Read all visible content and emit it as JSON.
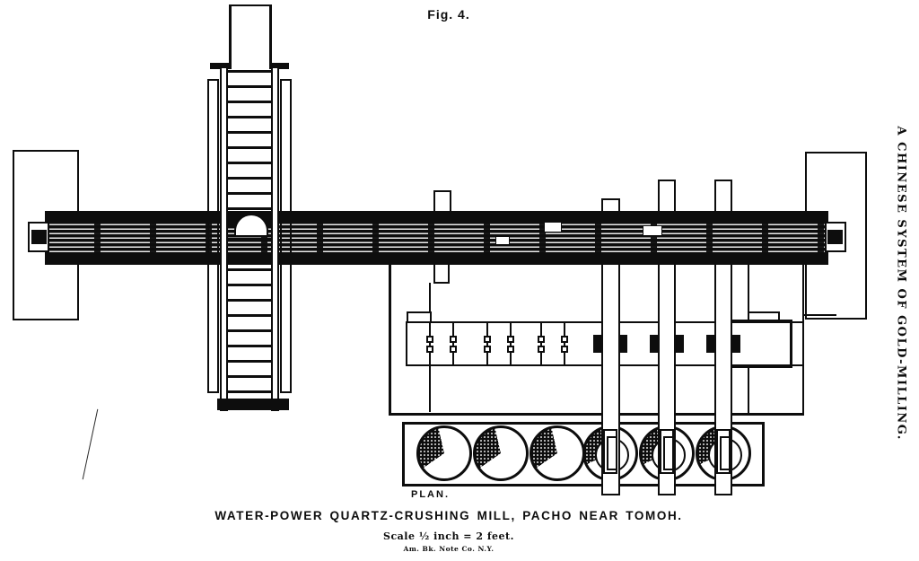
{
  "page": {
    "paper_color": "#ffffff",
    "ink_color": "#0d0d0d",
    "figure_label": "Fig. 4.",
    "running_head": "A CHINESE SYSTEM OF GOLD-MILLING.",
    "view_label": "PLAN.",
    "caption": "WATER-POWER QUARTZ-CRUSHING MILL, PACHO NEAR TOMOH.",
    "scale_note": "Scale ½ inch = 2 feet.",
    "printer_credit": "Am. Bk. Note Co. N.Y."
  },
  "drawing": {
    "subject": "Engraved plan view of a water-powered quartz-crushing stamp mill",
    "components": {
      "head_flume": "water flume feeding the wheel",
      "water_wheel": "paddle water wheel shown as ladder of floats",
      "cam_shaft": "long horizontal wooden cam shaft with grain hatching",
      "bearing_blocks": 2,
      "cam_posts": 4,
      "stamp_guide_positions": 6,
      "stamp_stems_with_shoes": 3,
      "mortars": 6
    }
  }
}
